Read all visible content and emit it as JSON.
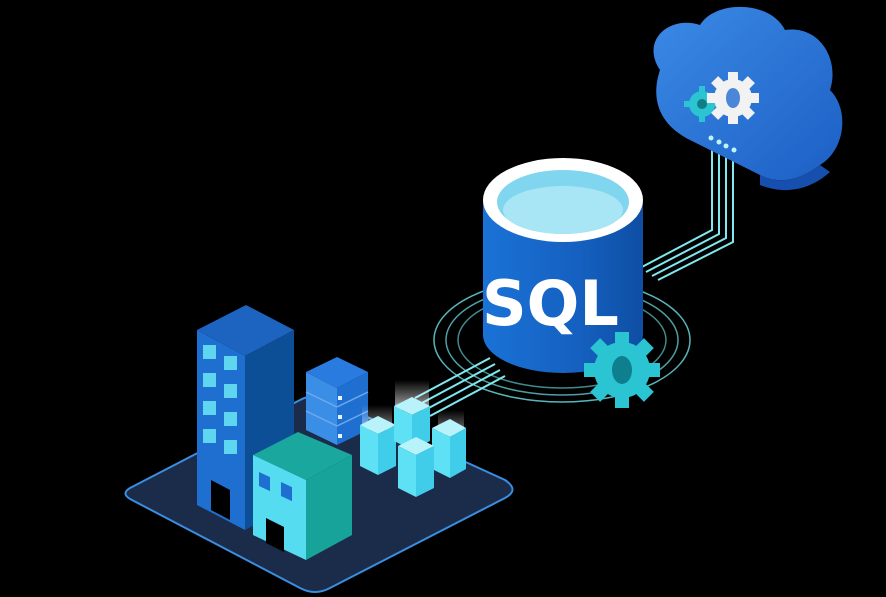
{
  "scene": {
    "description": "Isometric illustration: on-premises buildings and servers connected to a SQL database cylinder, which connects to a cloud with gears",
    "background": "#000000"
  },
  "database": {
    "label": "SQL",
    "body_color": "#1565c8",
    "rim_color": "#ffffff",
    "top_color": "#7fd6ee"
  },
  "cloud": {
    "color": "#2a72d6",
    "gears": [
      "teal-gear",
      "white-gear"
    ]
  },
  "platform": {
    "color": "#1b2b4a",
    "edge_color": "#3a8ee0"
  },
  "colors": {
    "accent_cyan": "#4fe3f5",
    "line_cyan": "#7fe9ef",
    "tower_blue": "#1f6fd1",
    "teal_building": "#17a39a"
  }
}
